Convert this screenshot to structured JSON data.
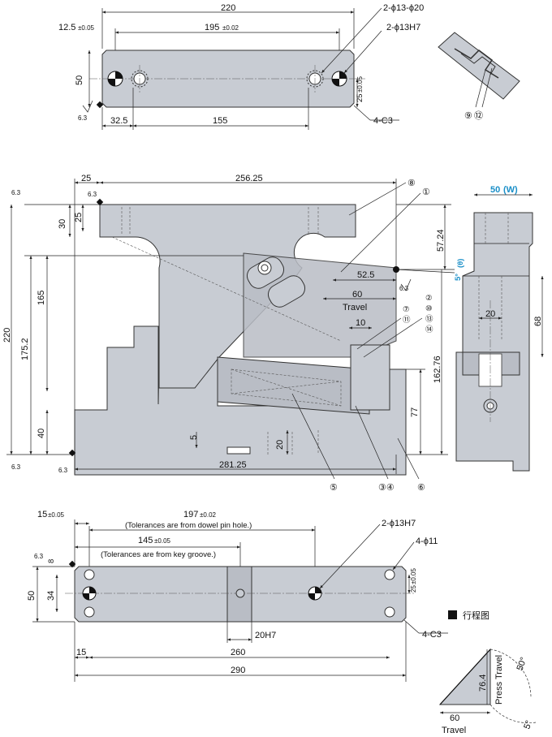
{
  "colors": {
    "part_fill": "#c8ccd3",
    "line": "#333333",
    "accent_blue": "#1a8fc8"
  },
  "top_view": {
    "overall_length": "220",
    "dowel_offset": "12.5",
    "dowel_offset_tol": "±0.05",
    "dowel_spacing": "195",
    "dowel_spacing_tol": "±0.02",
    "counterbore_label": "2-ϕ13-ϕ20",
    "dowel_label": "2-ϕ13H7",
    "height": "50",
    "half_height": "25",
    "half_height_tol": "±0.05",
    "left_hole_offset": "32.5",
    "hole_spacing": "155",
    "chamfer": "4-C3",
    "roughness": "6.3",
    "detail_balloons": [
      "⑨",
      "⑫"
    ]
  },
  "front_view": {
    "dim_25": "25",
    "dim_25_b": "25",
    "dim_256_25": "256.25",
    "dim_30": "30",
    "dim_220": "220",
    "dim_175_2": "175.2",
    "dim_165": "165",
    "dim_40": "40",
    "dim_57_24": "57.24",
    "dim_52_5": "52.5",
    "dim_60": "60",
    "travel_label": "Travel",
    "dim_10": "10",
    "dim_162_76": "162.76",
    "dim_77": "77",
    "dim_5": "5",
    "dim_20": "20",
    "dim_281_25": "281.25",
    "angle_label": "5°",
    "angle_symbol": "(θ)",
    "roughness": "6.3",
    "balloons": {
      "b8": "⑧",
      "b1": "①",
      "b2": "②",
      "b10": "⑩",
      "b7": "⑦",
      "b13": "⑬",
      "b11": "⑪",
      "b14": "⑭",
      "b5": "⑤",
      "b34": "③④",
      "b6": "⑥"
    }
  },
  "side_view": {
    "width_value": "50",
    "width_symbol": "(W)",
    "dim_20": "20",
    "dim_68": "68"
  },
  "bottom_view": {
    "dim_15_tol": "15",
    "tol_005": "±0.05",
    "dim_197": "197",
    "tol_002": "±0.02",
    "note_dowel": "(Tolerances are from dowel pin hole.)",
    "dim_145": "145",
    "tol_145": "±0.05",
    "note_key": "(Tolerances are from key groove.)",
    "dowel_label": "2-ϕ13H7",
    "hole_label": "4-ϕ11",
    "roughness": "6.3",
    "dim_8": "8",
    "dim_50": "50",
    "dim_34": "34",
    "dim_25": "25",
    "dim_25_tol": "±0.05",
    "key_label": "20H7",
    "chamfer": "4-C3",
    "dim_15": "15",
    "dim_260": "260",
    "dim_290": "290"
  },
  "stroke_diagram": {
    "title": "行程图",
    "press_travel": "Press Travel",
    "dim_76_4": "76.4",
    "dim_60": "60",
    "travel": "Travel",
    "angle_50": "50°",
    "angle_5": "5°"
  }
}
